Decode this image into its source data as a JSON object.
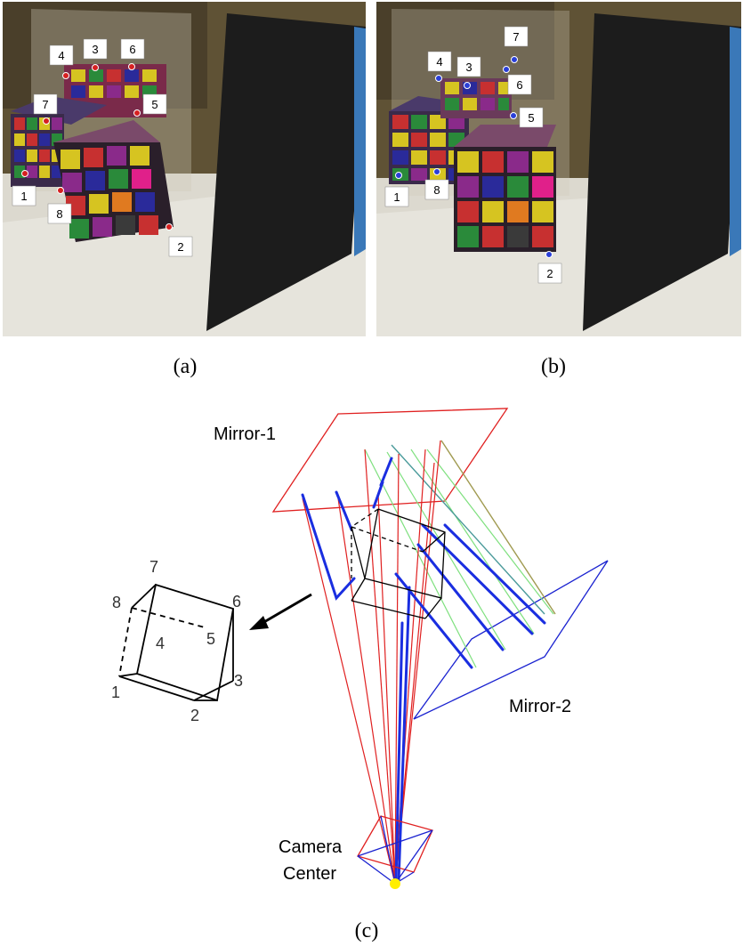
{
  "captions": {
    "a": "(a)",
    "b": "(b)",
    "c": "(c)"
  },
  "photo_a": {
    "point_color": "#d62020",
    "labels": [
      "1",
      "2",
      "3",
      "4",
      "5",
      "6",
      "7",
      "8"
    ]
  },
  "photo_b": {
    "point_color": "#2a3fd8",
    "labels": [
      "1",
      "2",
      "3",
      "4",
      "5",
      "6",
      "7",
      "8"
    ]
  },
  "diagram": {
    "mirror1_label": "Mirror-1",
    "mirror2_label": "Mirror-2",
    "camera_label_line1": "Camera",
    "camera_label_line2": "Center",
    "cube_corner_labels": [
      "1",
      "2",
      "3",
      "4",
      "5",
      "6",
      "7",
      "8"
    ],
    "colors": {
      "mirror1": "#e02020",
      "mirror2": "#1a22d0",
      "rays_red": "#e02020",
      "rays_blue": "#1a2ee0",
      "rays_green": "#7ee07e",
      "rays_teal": "#4a9a9a",
      "rays_olive": "#a09a50",
      "camera_center": "#ffee00"
    }
  },
  "colors": {
    "photo_background": "#6b5e3c",
    "black_mirror": "#1c1c1c",
    "table": "#dedcd2"
  }
}
